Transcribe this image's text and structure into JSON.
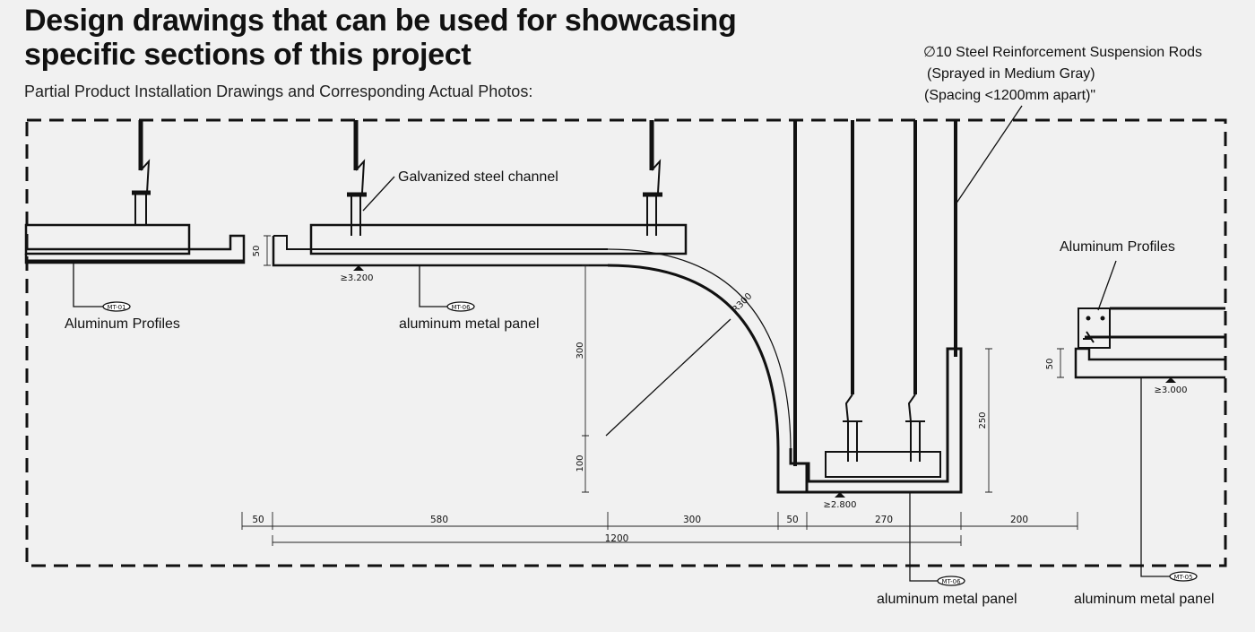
{
  "header": {
    "title_line1": "Design drawings that can be used for showcasing",
    "title_line2": "specific sections of this project",
    "subtitle": "Partial Product Installation Drawings and Corresponding Actual Photos:"
  },
  "callouts": {
    "rods_line1": "∅10 Steel Reinforcement Suspension Rods",
    "rods_line2": "(Sprayed in Medium Gray)",
    "rods_line3": "(Spacing <1200mm apart)\"",
    "channel": "Galvanized steel channel",
    "profiles_left": "Aluminum Profiles",
    "profiles_right": "Aluminum Profiles",
    "panel_06_top": "aluminum metal panel",
    "panel_06_bottom": "aluminum metal panel",
    "panel_05": "aluminum metal panel"
  },
  "tags": {
    "mt01": "MT-01",
    "mt06a": "MT-06",
    "mt06b": "MT-06",
    "mt05": "MT-05"
  },
  "levels": {
    "l1": "≥3.200",
    "l2": "≥2.800",
    "l3": "≥3.000"
  },
  "dimensions": {
    "h50_left": "50",
    "h50_right": "50",
    "v300": "300",
    "v100": "100",
    "v250": "250",
    "radius": "R300",
    "d50a": "50",
    "d580": "580",
    "d300": "300",
    "d50b": "50",
    "d270": "270",
    "d200": "200",
    "d1200": "1200"
  }
}
